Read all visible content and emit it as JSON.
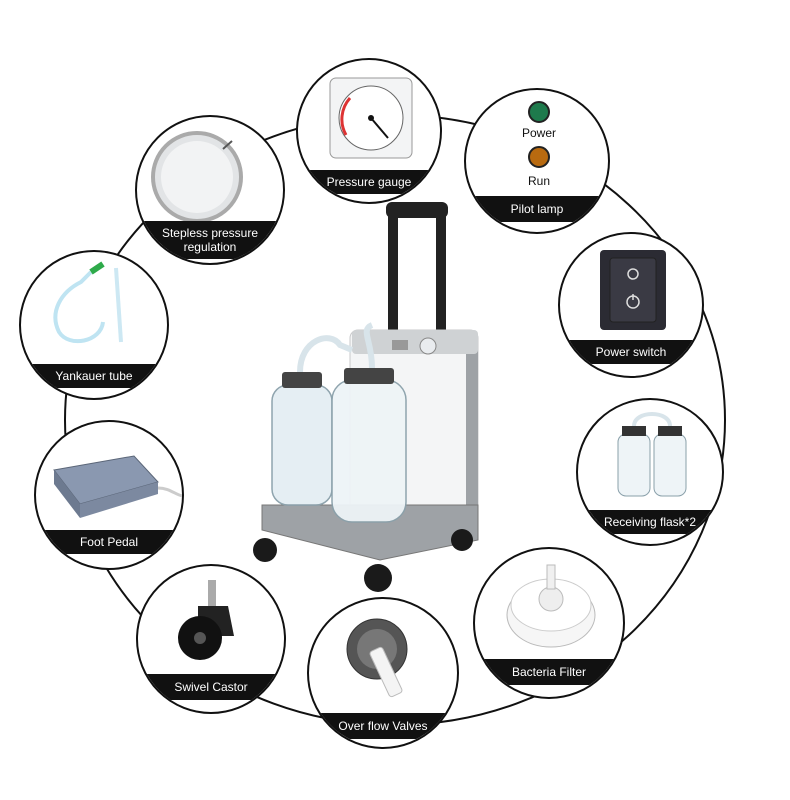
{
  "features": [
    {
      "id": "pressure-gauge",
      "label": "Pressure gauge"
    },
    {
      "id": "pilot-lamp",
      "label": "Pilot lamp",
      "lamps": [
        {
          "label": "Power",
          "color": "#1e7a4c"
        },
        {
          "label": "Run",
          "color": "#b86a10"
        }
      ]
    },
    {
      "id": "power-switch",
      "label": "Power switch"
    },
    {
      "id": "receiving-flask",
      "label": "Receiving flask*2"
    },
    {
      "id": "bacteria-filter",
      "label": "Bacteria Filter"
    },
    {
      "id": "overflow-valves",
      "label": "Over flow Valves"
    },
    {
      "id": "swivel-castor",
      "label": "Swivel Castor"
    },
    {
      "id": "foot-pedal",
      "label": "Foot Pedal"
    },
    {
      "id": "yankauer-tube",
      "label": "Yankauer tube"
    },
    {
      "id": "stepless-regulation",
      "label_lines": [
        "Stepless pressure",
        "regulation"
      ]
    }
  ]
}
